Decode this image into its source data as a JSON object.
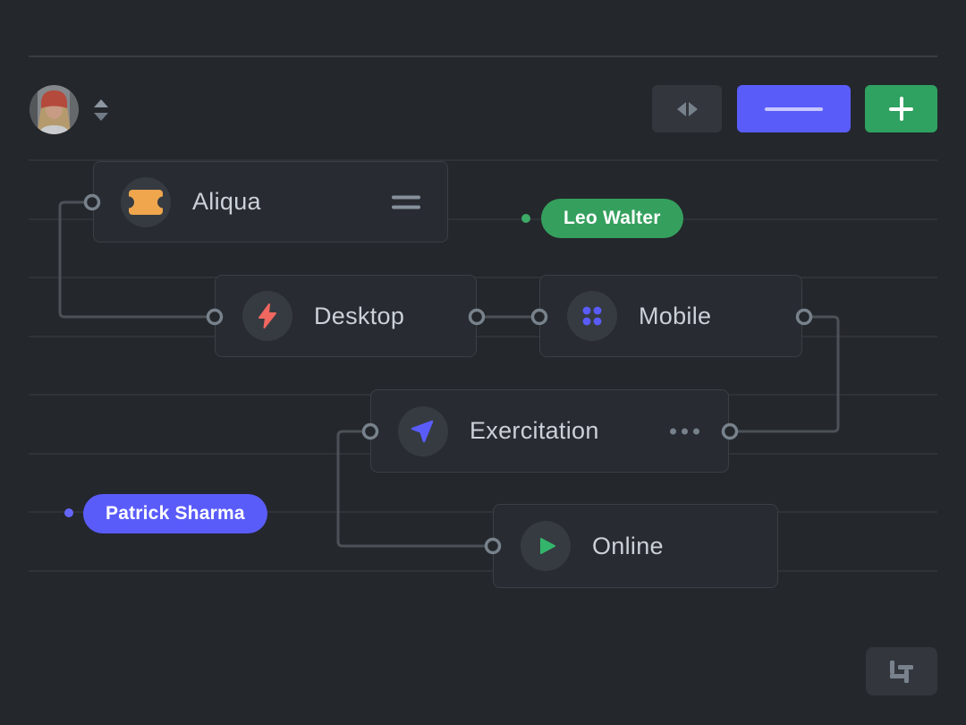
{
  "canvas": {
    "background_color": "#24272c",
    "grid_line_color": "#2e3238",
    "connector_color": "#4b5157",
    "port_ring_color": "#78828c"
  },
  "toolbar": {
    "avatar": {
      "icon": "user-avatar-photo"
    },
    "sort_icon": "up-down-triangles",
    "collapse_button": {
      "icon": "horizontal-arrows-icon",
      "color": "#33373d"
    },
    "primary_button": {
      "icon": "dash-line-icon",
      "color": "#5a5cfa"
    },
    "add_button": {
      "icon": "plus-icon",
      "color": "#2fa160"
    }
  },
  "nodes": [
    {
      "id": "aliqua",
      "label": "Aliqua",
      "icon": "ticket-icon",
      "icon_color": "#efa64d",
      "trailing": "drag-handle-icon"
    },
    {
      "id": "desktop",
      "label": "Desktop",
      "icon": "lightning-icon",
      "icon_color": "#ef675f",
      "trailing": ""
    },
    {
      "id": "mobile",
      "label": "Mobile",
      "icon": "dots-grid-icon",
      "icon_color": "#5a5cfa",
      "trailing": ""
    },
    {
      "id": "exercitation",
      "label": "Exercitation",
      "icon": "paper-plane-icon",
      "icon_color": "#5a5cfa",
      "trailing": "ellipsis-icon"
    },
    {
      "id": "online",
      "label": "Online",
      "icon": "play-icon",
      "icon_color": "#34b56c",
      "trailing": ""
    }
  ],
  "badges": [
    {
      "id": "leo",
      "label": "Leo Walter",
      "color": "#35a05e",
      "dot_color": "#3cab66"
    },
    {
      "id": "patrick",
      "label": "Patrick Sharma",
      "color": "#5a5cfa",
      "dot_color": "#6466fb"
    }
  ],
  "footer": {
    "settings_button": {
      "icon": "sliders-icon",
      "color": "#33373d"
    }
  }
}
